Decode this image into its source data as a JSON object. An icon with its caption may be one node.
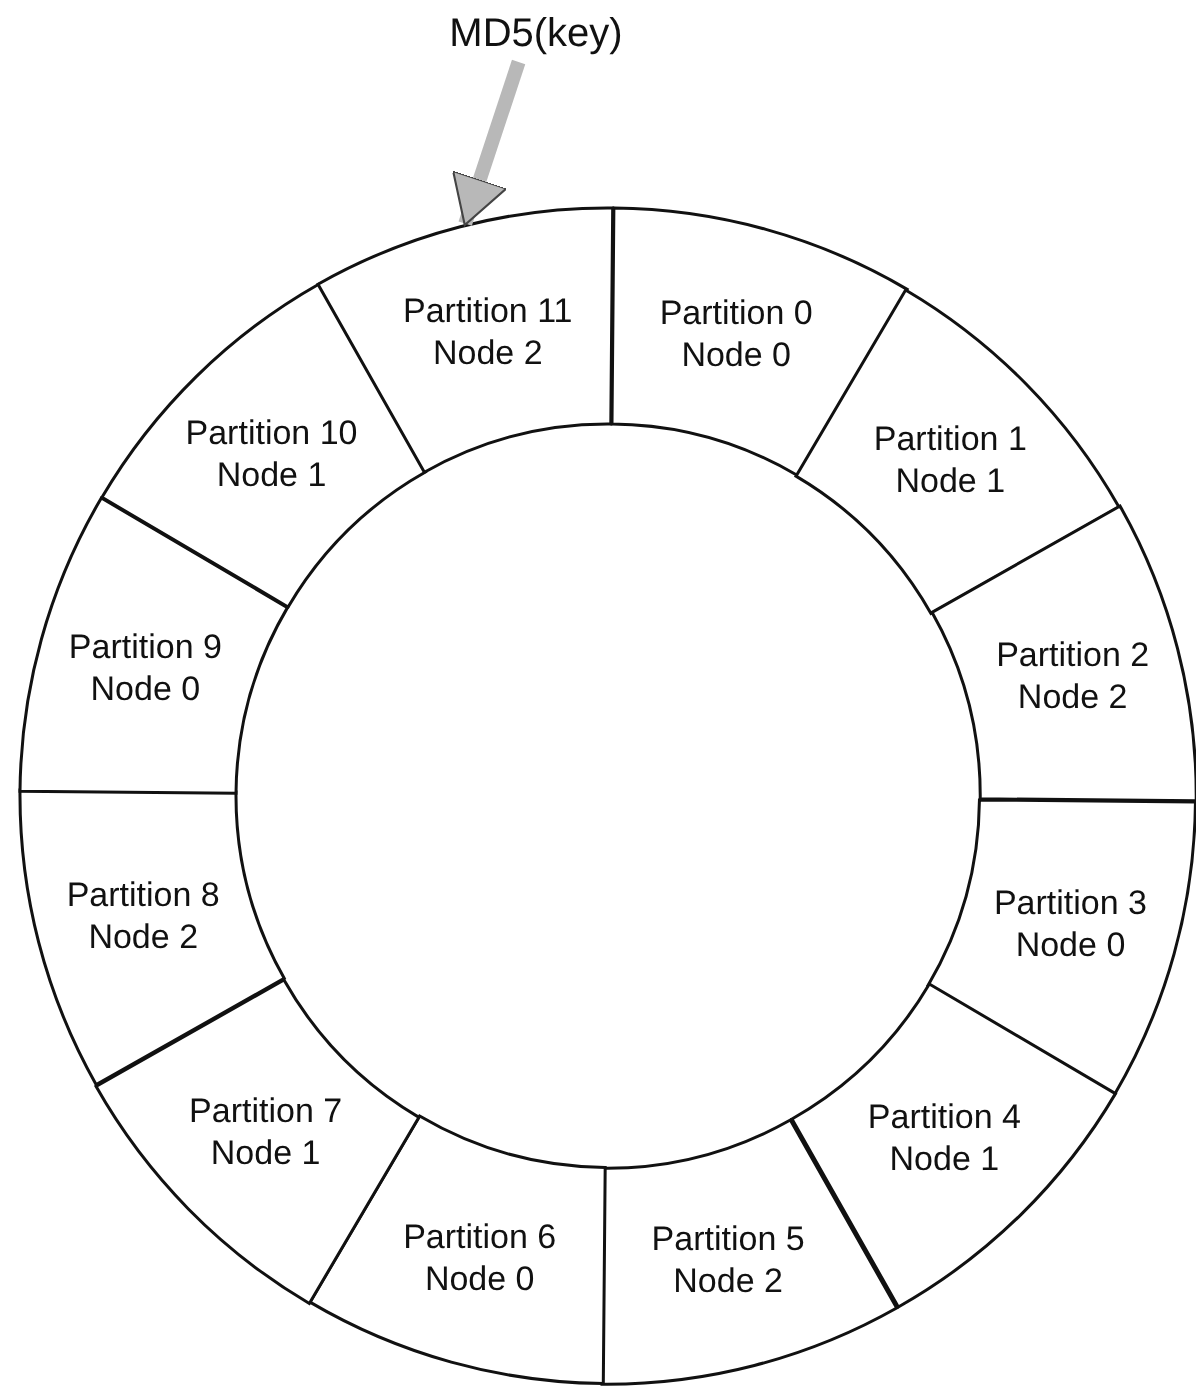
{
  "diagram": {
    "nodes": [
      {
        "text": [
          "MD5(key)"
        ]
      },
      {
        "text": [
          "Partition 0 Node 0"
        ]
      },
      {
        "text": [
          "Partition 1 Node 1"
        ]
      },
      {
        "text": [
          "Partition 2 Node 2"
        ]
      },
      {
        "text": [
          "Partition 3 Node 0"
        ]
      },
      {
        "text": [
          "Partition 4 Node 1"
        ]
      },
      {
        "text": [
          "Partition 5 Node 2"
        ]
      },
      {
        "text": [
          "Partition 6 Node 0"
        ]
      },
      {
        "text": [
          "Partition 7 Node 1"
        ]
      },
      {
        "text": [
          "Partition 8 Node 2"
        ]
      },
      {
        "text": [
          "Partition 9 Node 0"
        ]
      },
      {
        "text": [
          "Partition 10 Node 1"
        ]
      },
      {
        "text": [
          "Partition 11 Node 2"
        ]
      }
    ],
    "edges": [
      {
        "from": 0,
        "to": 12,
        "arrow": "to"
      }
    ]
  }
}
